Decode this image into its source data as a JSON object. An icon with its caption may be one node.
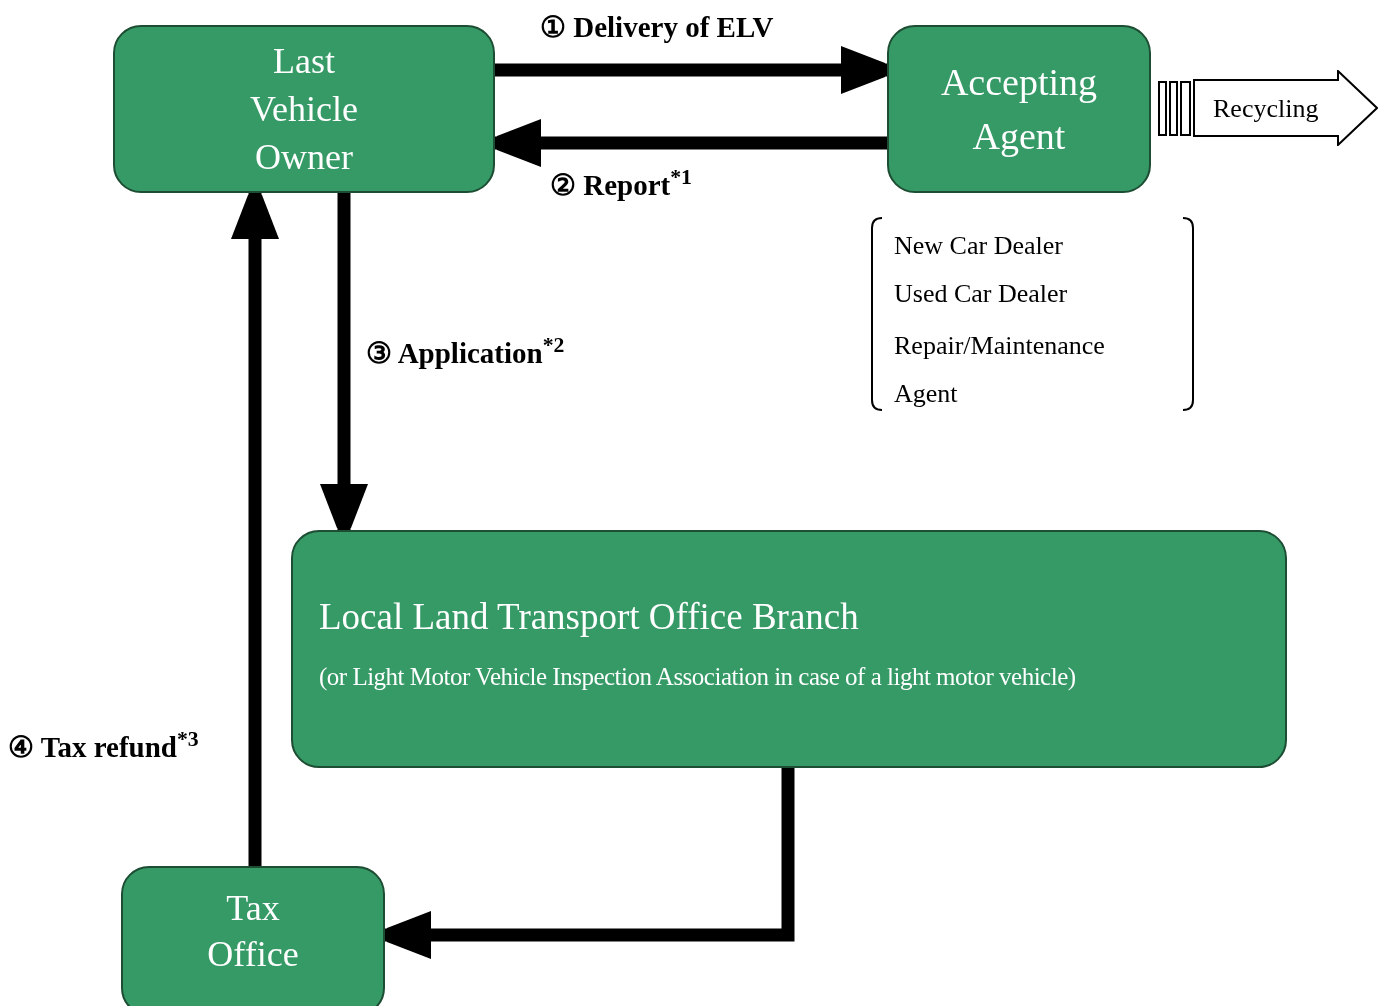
{
  "diagram": {
    "nodes": [
      {
        "text": [
          "Last Vehicle Owner"
        ]
      },
      {
        "text": [
          "Accepting Agent"
        ]
      },
      {
        "text": [
          "Recycling"
        ]
      },
      {
        "text": [
          "Local Land Transport Office Branch",
          "(or Light Motor Vehicle Inspection Association in case of a light motor vehicle)"
        ]
      },
      {
        "text": [
          "Tax Office"
        ]
      }
    ],
    "edges": [
      {
        "from": 0,
        "to": 1,
        "arrow": "to",
        "label": "① Delivery of ELV"
      },
      {
        "from": 1,
        "to": 0,
        "arrow": "to",
        "label": "② Report$^{*1}$"
      },
      {
        "from": 0,
        "to": 3,
        "arrow": "to",
        "label": "③ Application$^{*2}$"
      },
      {
        "from": 3,
        "to": 4,
        "arrow": "to"
      },
      {
        "from": 4,
        "to": 0,
        "arrow": "to",
        "label": "④ Tax refund$^{*3}$"
      }
    ],
    "labels": [
      "New Car Dealer",
      "Used Car Dealer",
      "Repair/Maintenance Agent"
    ]
  }
}
